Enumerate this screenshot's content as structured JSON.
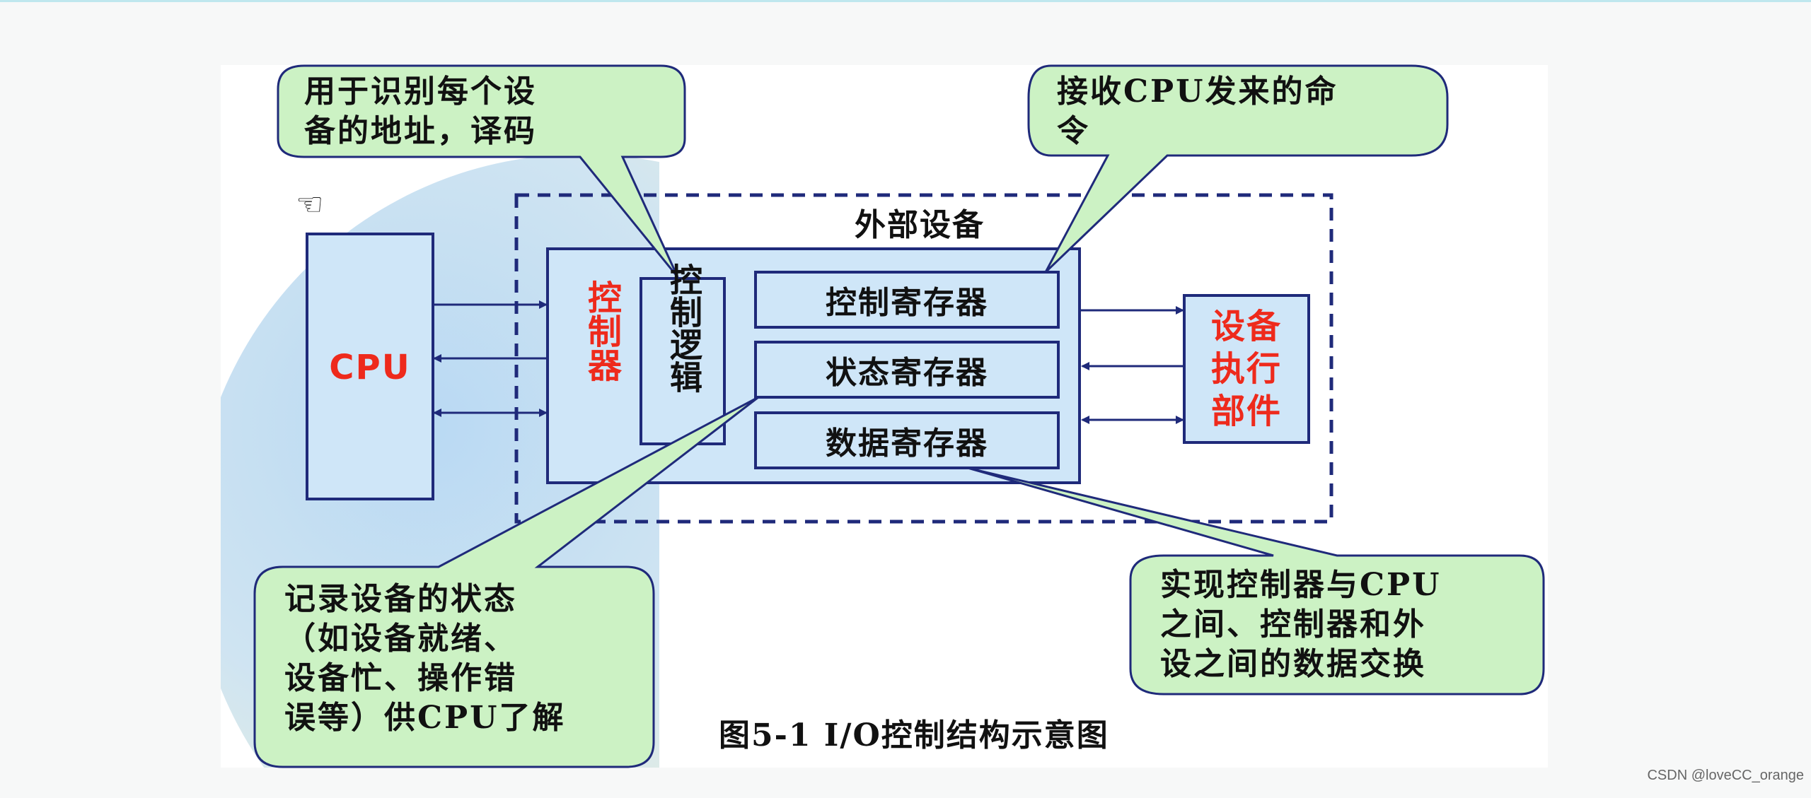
{
  "diagram": {
    "outer_label": "外部设备",
    "cpu_label": "CPU",
    "controller_label": "控制器",
    "control_logic_label": "控制逻辑",
    "registers": [
      "控制寄存器",
      "状态寄存器",
      "数据寄存器"
    ],
    "device_exec_label": "设备执行部件",
    "callouts": {
      "address": "用于识别每个设\n备的地址，译码",
      "command": "接收CPU发来的命\n令",
      "status": "记录设备的状态\n（如设备就绪、\n设备忙、操作错\n误等）供CPU了解",
      "data": "实现控制器与CPU\n之间、控制器和外\n设之间的数据交换"
    },
    "caption": "图5-1   I/O控制结构示意图"
  },
  "watermark": "CSDN @loveCC_orange",
  "colors": {
    "box_fill": "#cfe6f8",
    "box_border": "#1f2a7a",
    "callout_fill": "#ccf2c4",
    "accent_red": "#ee2a1c"
  },
  "icons": {
    "cursor": "pointing-hand-icon"
  }
}
